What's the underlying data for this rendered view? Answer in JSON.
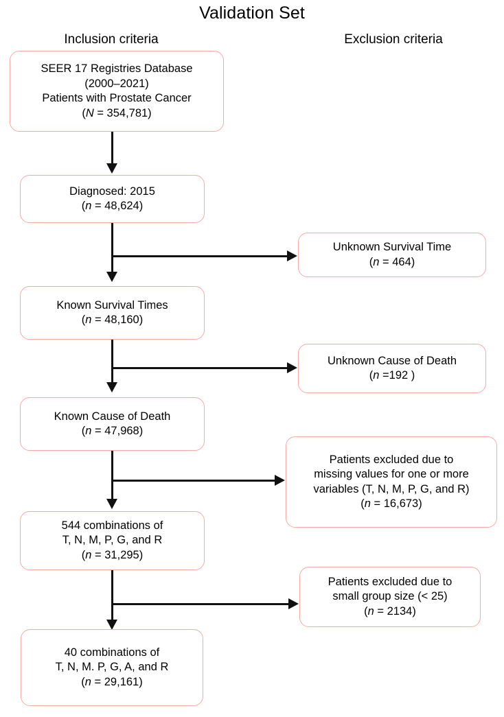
{
  "figure": {
    "title": "Validation Set",
    "type": "flowchart",
    "columns": {
      "inclusion_header": "Inclusion criteria",
      "exclusion_header": "Exclusion criteria"
    },
    "colors": {
      "box_border": "#f7aaa4",
      "box_fill": "#ffffff",
      "connector": "#111111",
      "text": "#000000",
      "background": "#ffffff"
    }
  },
  "inclusion": [
    {
      "id": "source-cohort",
      "lines": [
        "SEER 17 Registries Database",
        "(2000–2021)",
        "Patients with Prostate Cancer"
      ],
      "count_prefix": "(",
      "count_symbol": "N",
      "count_value": " = 354,781)",
      "n": 354781
    },
    {
      "id": "diagnosed-2015",
      "lines": [
        "Diagnosed: 2015"
      ],
      "count_prefix": "(",
      "count_symbol": "n",
      "count_value": " = 48,624)",
      "n": 48624
    },
    {
      "id": "known-survival-times",
      "lines": [
        "Known Survival Times"
      ],
      "count_prefix": "(",
      "count_symbol": "n",
      "count_value": " = 48,160)",
      "n": 48160
    },
    {
      "id": "known-cause-of-death",
      "lines": [
        "Known Cause of Death"
      ],
      "count_prefix": "(",
      "count_symbol": "n",
      "count_value": " = 47,968)",
      "n": 47968
    },
    {
      "id": "combinations-544",
      "lines": [
        "544 combinations of",
        "T, N, M, P, G, and R"
      ],
      "count_prefix": "(",
      "count_symbol": "n",
      "count_value": " = 31,295)",
      "n": 31295
    },
    {
      "id": "combinations-40",
      "lines": [
        "40 combinations of",
        "T, N, M. P, G, A, and R"
      ],
      "count_prefix": "(",
      "count_symbol": "n",
      "count_value": " = 29,161)",
      "n": 29161
    }
  ],
  "exclusion": [
    {
      "id": "unknown-survival-time",
      "lines": [
        "Unknown Survival Time"
      ],
      "count_prefix": "(",
      "count_symbol": "n",
      "count_value": " = 464)",
      "n": 464
    },
    {
      "id": "unknown-cause-of-death",
      "lines": [
        "Unknown Cause of Death"
      ],
      "count_prefix": "(",
      "count_symbol": "n",
      "count_value": " =192 )",
      "n": 192
    },
    {
      "id": "excluded-missing-values",
      "lines": [
        "Patients excluded due to",
        "missing values for one or more",
        "variables (T, N, M, P, G, and R)"
      ],
      "count_prefix": "(",
      "count_symbol": "n",
      "count_value": " = 16,673)",
      "n": 16673
    },
    {
      "id": "excluded-small-group",
      "lines": [
        "Patients excluded due to",
        "small group size (< 25)"
      ],
      "count_prefix": "(",
      "count_symbol": "n",
      "count_value": " = 2134)",
      "n": 2134
    }
  ]
}
